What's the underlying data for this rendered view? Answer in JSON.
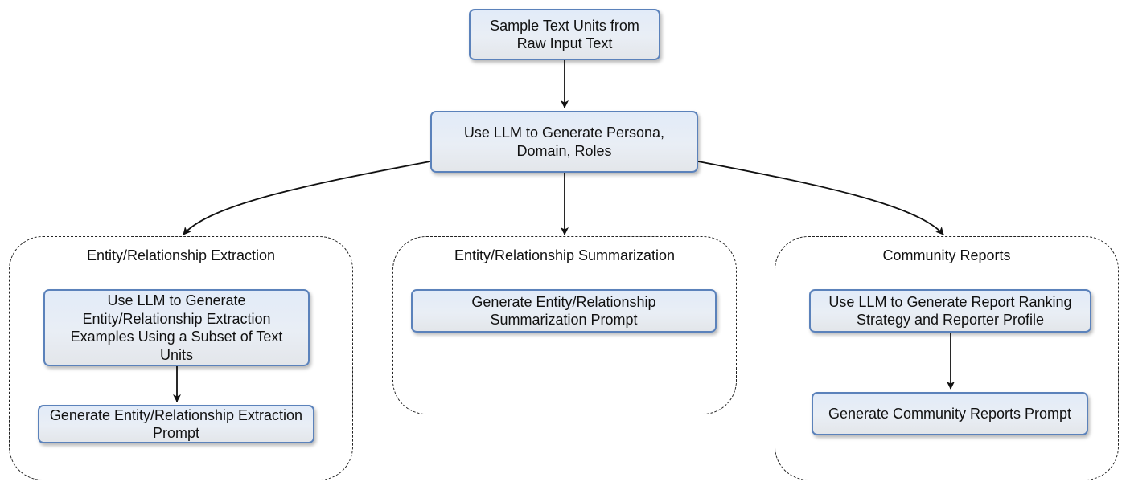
{
  "nodes": {
    "sample_text_units": "Sample Text Units from Raw Input Text",
    "generate_persona": "Use LLM to Generate Persona, Domain, Roles",
    "generate_extraction_examples": "Use LLM to Generate Entity/Relationship Extraction Examples Using a Subset of Text Units",
    "extraction_prompt": "Generate Entity/Relationship Extraction Prompt",
    "summarization_prompt": "Generate Entity/Relationship Summarization Prompt",
    "report_ranking_strategy": "Use LLM to Generate Report Ranking Strategy and Reporter Profile",
    "community_reports_prompt": "Generate Community Reports Prompt"
  },
  "groups": {
    "extraction": {
      "title": "Entity/Relationship Extraction"
    },
    "summarization": {
      "title": "Entity/Relationship Summarization"
    },
    "community": {
      "title": "Community Reports"
    }
  },
  "colors": {
    "node_border": "#5b82bb",
    "node_fill_top": "#e2ebf8",
    "node_fill_bottom": "#e3e6ea",
    "group_border": "#222222",
    "arrow": "#111111"
  }
}
